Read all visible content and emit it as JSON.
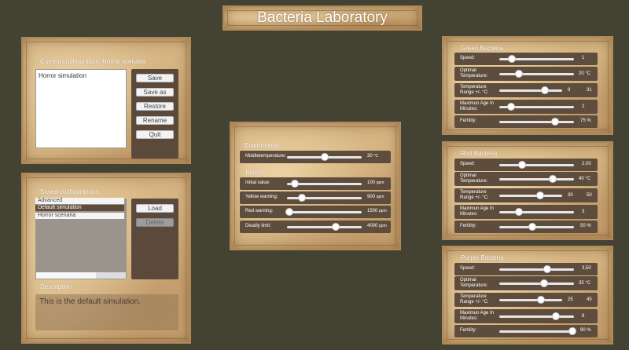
{
  "app": {
    "title": "Bacteria Laboratory"
  },
  "config_panel": {
    "current_label": "Current configuration: Horror scenaria",
    "text_area": "Horror simulation",
    "buttons": {
      "save": "Save",
      "save_as": "Save as",
      "restore": "Restore",
      "rename": "Rename",
      "quit": "Quit"
    }
  },
  "saved_panel": {
    "label": "Saved configurations:",
    "items": [
      {
        "label": "Advanced",
        "selected": false
      },
      {
        "label": "Default simulation",
        "selected": true
      },
      {
        "label": "Horror scenaria",
        "selected": false
      }
    ],
    "buttons": {
      "load": "Load",
      "delete": "Delete"
    },
    "description_label": "Description:",
    "description_text": "This is the default simulation."
  },
  "environment": {
    "section_label": "Environment",
    "middle_temperature": {
      "label": "Middletemperature:",
      "value": "30",
      "unit": "°C",
      "fraction": 0.5
    },
    "toxicity_label": "Toxicity",
    "toxicity": [
      {
        "label": "Initial value:",
        "value": "100",
        "unit": "ppm",
        "fraction": 0.1
      },
      {
        "label": "Yellow warning:",
        "value": "900",
        "unit": "ppm",
        "fraction": 0.2
      },
      {
        "label": "Red warning:",
        "value": "1500",
        "unit": "ppm",
        "fraction": 0.03
      },
      {
        "label": "Deadly limit:",
        "value": "4000",
        "unit": "ppm",
        "fraction": 0.65
      }
    ]
  },
  "bacteria": [
    {
      "title": "Green Bacteria",
      "speed": {
        "label": "Speed:",
        "value": "1",
        "fraction": 0.17
      },
      "optimal": {
        "label": "Optimal Temperature:",
        "value": "20 °C",
        "fraction": 0.26
      },
      "range": {
        "label": "Temperature Range +/- °C:",
        "value_low": "9",
        "value_high": "31",
        "fraction": 0.72
      },
      "age": {
        "label": "Maximun Age In Minutes:",
        "value": "2",
        "fraction": 0.16
      },
      "fertility": {
        "label": "Fertility:",
        "value": "75 %",
        "fraction": 0.75
      }
    },
    {
      "title": "Red Bacteria",
      "speed": {
        "label": "Speed:",
        "value": "2,00",
        "fraction": 0.3
      },
      "optimal": {
        "label": "Optimal Temperature:",
        "value": "40 °C",
        "fraction": 0.72
      },
      "range": {
        "label": "Temperature Range +/- °C:",
        "value_low": "30",
        "value_high": "50",
        "fraction": 0.65
      },
      "age": {
        "label": "Maximun Age In Minutes:",
        "value": "3",
        "fraction": 0.26
      },
      "fertility": {
        "label": "Fertility:",
        "value": "50 %",
        "fraction": 0.44
      }
    },
    {
      "title": "Purple Bacteria",
      "speed": {
        "label": "Speed:",
        "value": "3,50",
        "fraction": 0.64
      },
      "optimal": {
        "label": "Optimal Temperature:",
        "value": "35 °C",
        "fraction": 0.6
      },
      "range": {
        "label": "Temperature Range +/- °C:",
        "value_low": "25",
        "value_high": "45",
        "fraction": 0.66
      },
      "age": {
        "label": "Maximun Age In Minutes:",
        "value": "8",
        "fraction": 0.76
      },
      "fertility": {
        "label": "Fertility:",
        "value": "90 %",
        "fraction": 0.98
      }
    }
  ],
  "colors": {
    "background": "#434233",
    "parchment": "#d6b583",
    "row": "#5e4d3d"
  }
}
